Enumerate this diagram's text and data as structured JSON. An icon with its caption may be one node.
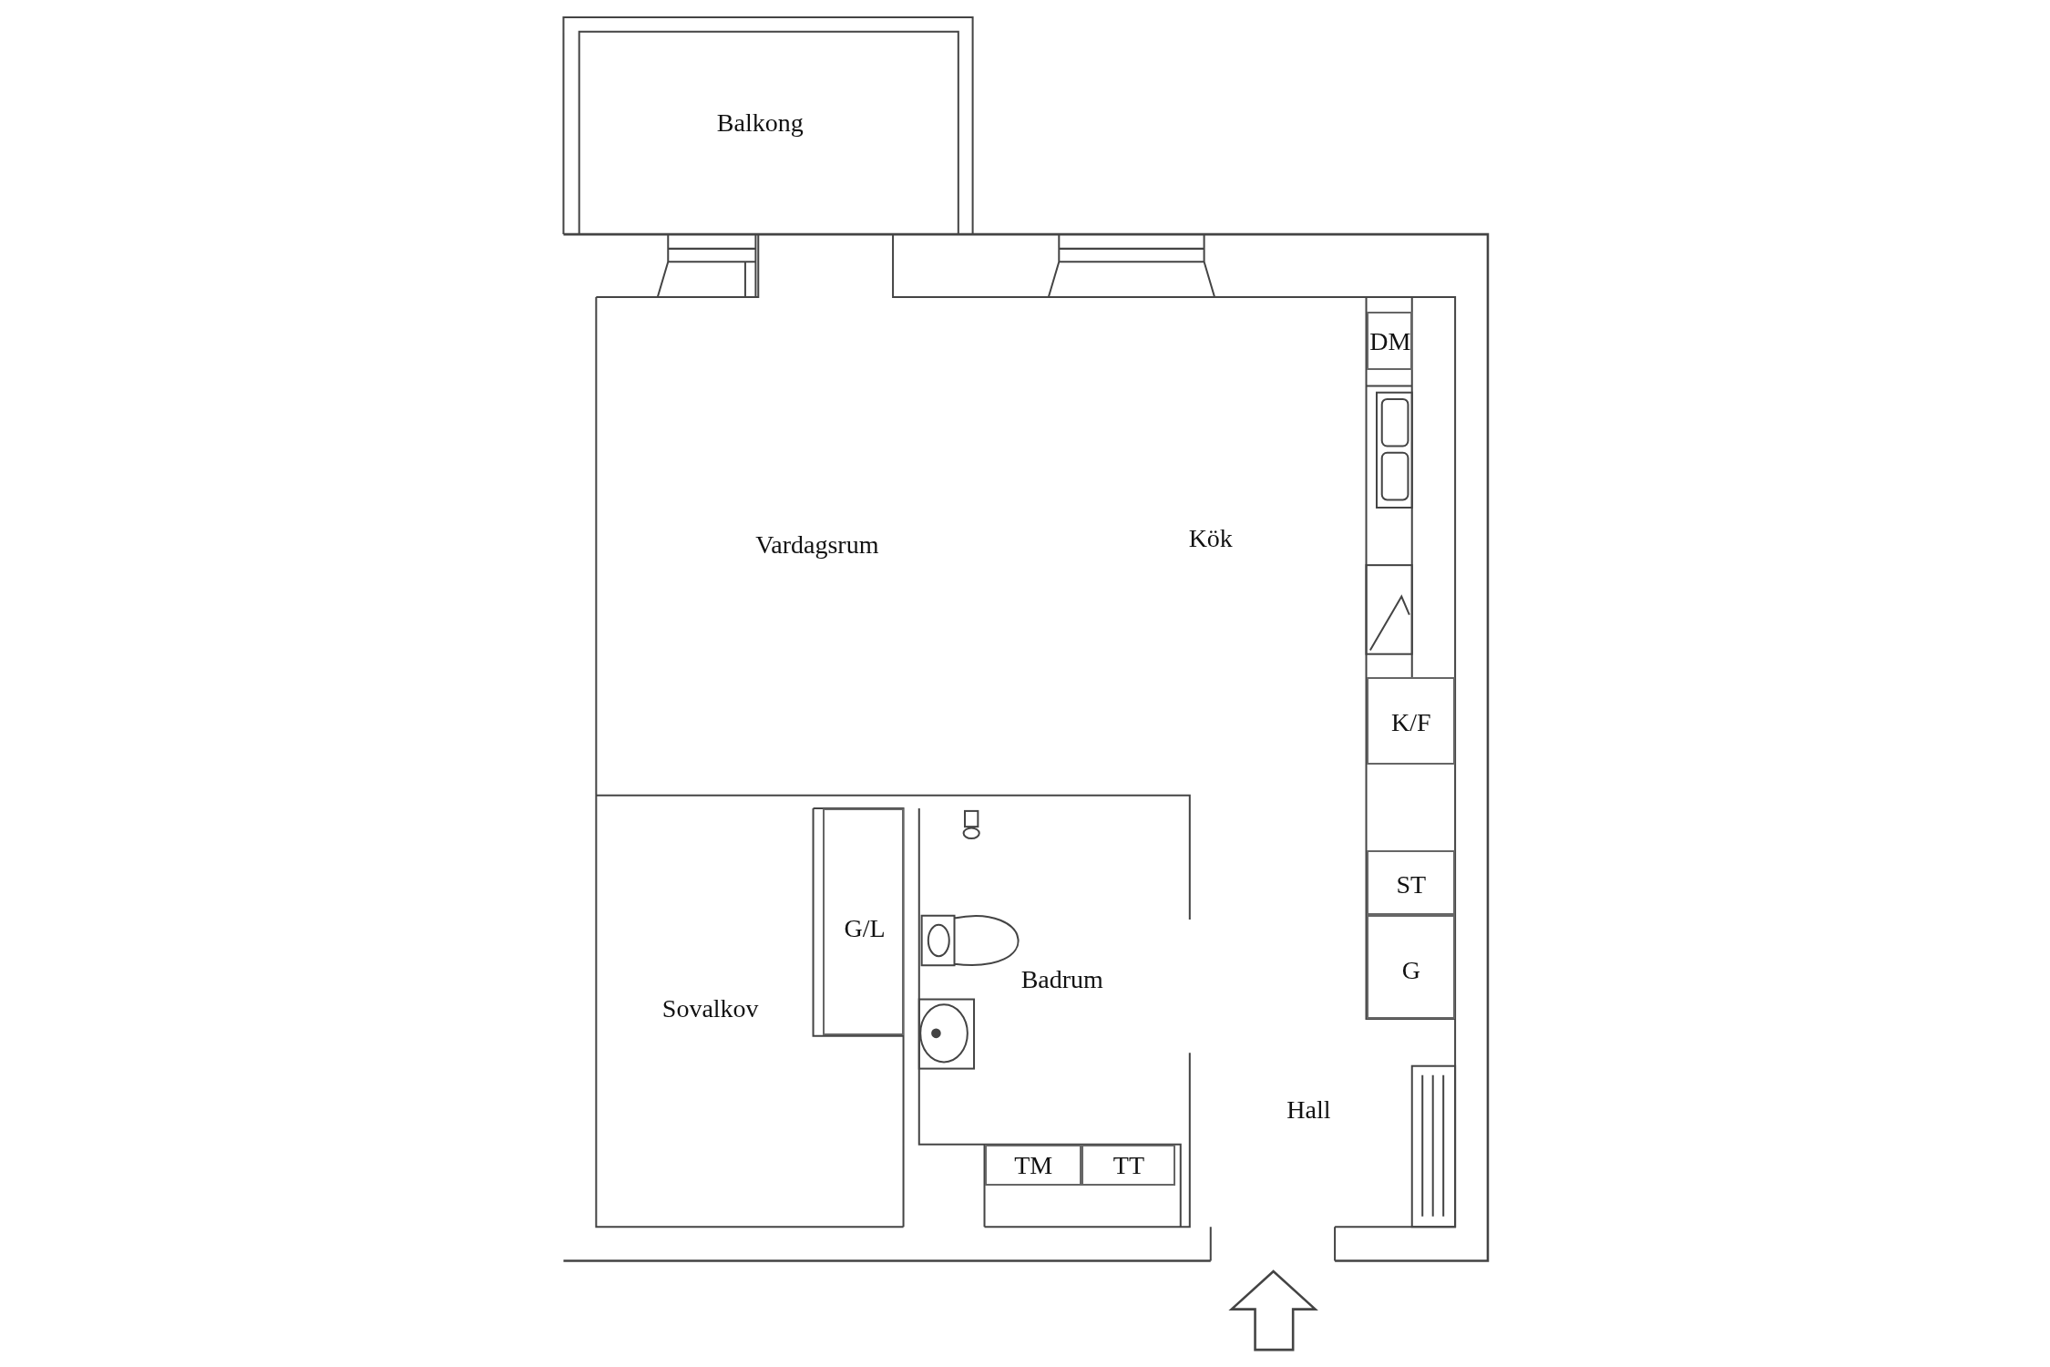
{
  "diagram": {
    "nodes": [
      {
        "text": [
          "Balkong"
        ]
      },
      {
        "text": [
          "DM"
        ]
      },
      {
        "text": [
          "K/F"
        ]
      },
      {
        "text": [
          "G/L"
        ]
      },
      {
        "text": [
          "Badrum"
        ]
      },
      {
        "text": [
          "Sovalkov"
        ]
      },
      {
        "text": [
          "ST"
        ]
      },
      {
        "text": [
          "G"
        ]
      },
      {
        "text": [
          "TM"
        ]
      },
      {
        "text": [
          "TT"
        ]
      }
    ],
    "edges": [],
    "labels": [
      "Vardagsrum",
      "Kök",
      "Hall"
    ]
  }
}
